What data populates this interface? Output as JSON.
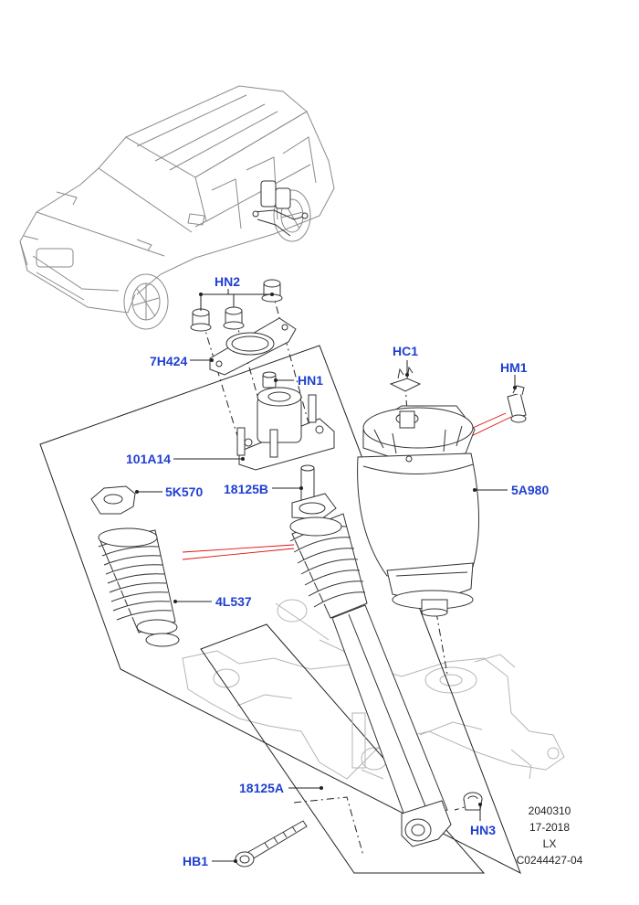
{
  "callouts": {
    "hn2": "HN2",
    "h7h424": "7H424",
    "hn1": "HN1",
    "c101a14": "101A14",
    "c5k570": "5K570",
    "c18125b": "18125B",
    "c4l537": "4L537",
    "c18125a": "18125A",
    "hb1": "HB1",
    "hn3": "HN3",
    "hc1": "HC1",
    "hm1": "HM1",
    "c5a980": "5A980"
  },
  "reference": {
    "line1": "2040310",
    "line2": "17-2018",
    "line3": "LX",
    "line4": "C0244427-04"
  },
  "colors": {
    "callout": "#1f3fd1",
    "line": "#222222",
    "part_outline": "#333333",
    "ghost_outline": "#b5b5b5",
    "highlight": "#e01010"
  }
}
